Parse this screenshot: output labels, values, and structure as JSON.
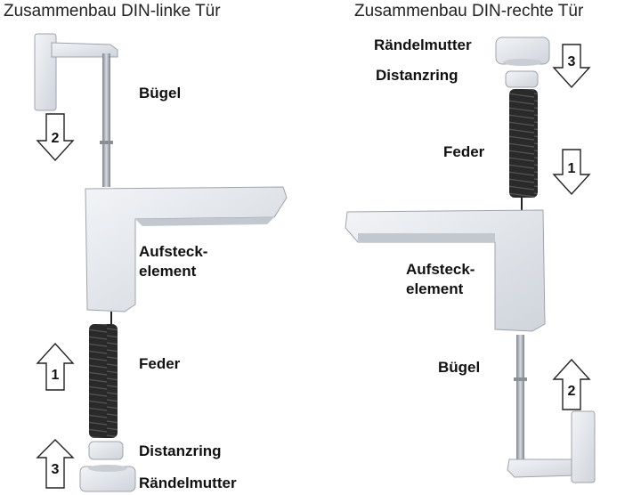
{
  "left": {
    "title": "Zusammenbau DIN-linke Tür",
    "labels": {
      "buegel": "Bügel",
      "aufsteck_1": "Aufsteck-",
      "aufsteck_2": "element",
      "feder": "Feder",
      "distanzring": "Distanzring",
      "raendelmutter": "Rändelmutter"
    },
    "steps": {
      "down": "2",
      "up_feder": "1",
      "up_ring": "3"
    }
  },
  "right": {
    "title": "Zusammenbau DIN-rechte Tür",
    "labels": {
      "raendelmutter": "Rändelmutter",
      "distanzring": "Distanzring",
      "feder": "Feder",
      "aufsteck_1": "Aufsteck-",
      "aufsteck_2": "element",
      "buegel": "Bügel"
    },
    "steps": {
      "down_ring": "3",
      "down_feder": "1",
      "up_buegel": "2"
    }
  },
  "colors": {
    "part": "#e6e9ee",
    "part_shade": "#b9bec6",
    "spring": "#1c1c1c",
    "pin": "#9aa0a8"
  }
}
